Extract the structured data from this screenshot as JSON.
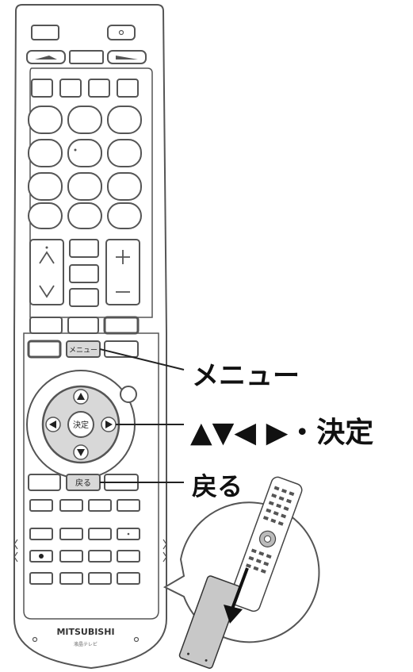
{
  "callouts": {
    "menu": "メニュー",
    "navigate": "▲▼◀ ▶・決定",
    "back": "戻る"
  },
  "remote_keys": {
    "menu_key": "メニュー",
    "enter_key": "決定",
    "back_key": "戻る"
  },
  "brand": {
    "logo": "MITSUBISHI",
    "subtitle": "液晶テレビ"
  },
  "colors": {
    "outline": "#555555",
    "highlight_key": "#d8d8d8",
    "background": "#ffffff"
  }
}
